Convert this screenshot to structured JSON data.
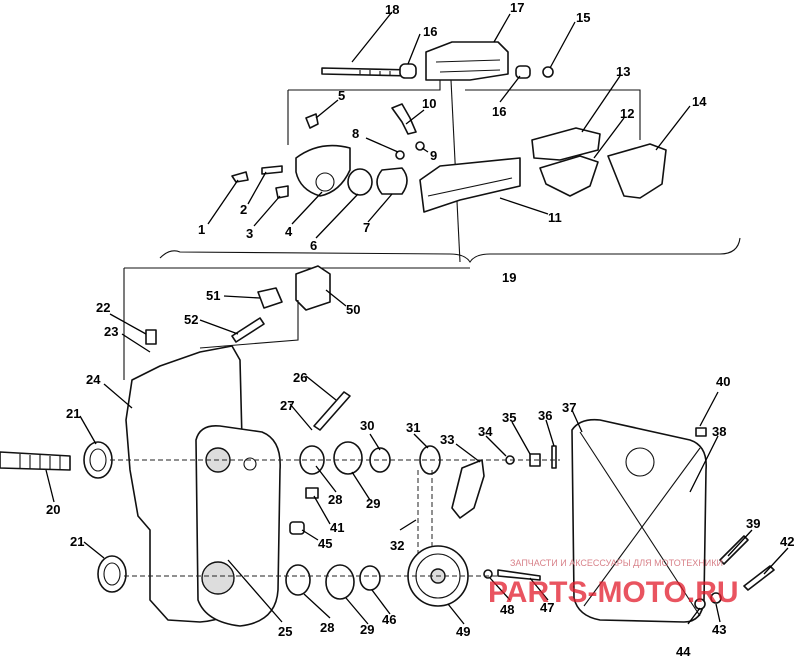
{
  "callouts": {
    "c1": "1",
    "c2": "2",
    "c3": "3",
    "c4": "4",
    "c5": "5",
    "c6": "6",
    "c7": "7",
    "c8": "8",
    "c9": "9",
    "c10": "10",
    "c11": "11",
    "c12": "12",
    "c13": "13",
    "c14": "14",
    "c15": "15",
    "c16": "16",
    "c17": "17",
    "c18": "18",
    "c19": "19",
    "c20": "20",
    "c21": "21",
    "c22": "22",
    "c23": "23",
    "c24": "24",
    "c25": "25",
    "c26": "26",
    "c27": "27",
    "c28": "28",
    "c29": "29",
    "c30": "30",
    "c31": "31",
    "c32": "32",
    "c33": "33",
    "c34": "34",
    "c35": "35",
    "c36": "36",
    "c37": "37",
    "c38": "38",
    "c39": "39",
    "c40": "40",
    "c41": "41",
    "c42": "42",
    "c43": "43",
    "c44": "44",
    "c45": "45",
    "c46": "46",
    "c47": "47",
    "c48": "48",
    "c49": "49",
    "c50": "50",
    "c51": "51",
    "c52": "52"
  },
  "watermark": {
    "caption": "ЗАПЧАСТИ И АКСЕССУАРЫ ДЛЯ МОТОТЕХНИКИ",
    "logo": "PARTS-MOTO.RU",
    "color": "#e21b2b"
  }
}
